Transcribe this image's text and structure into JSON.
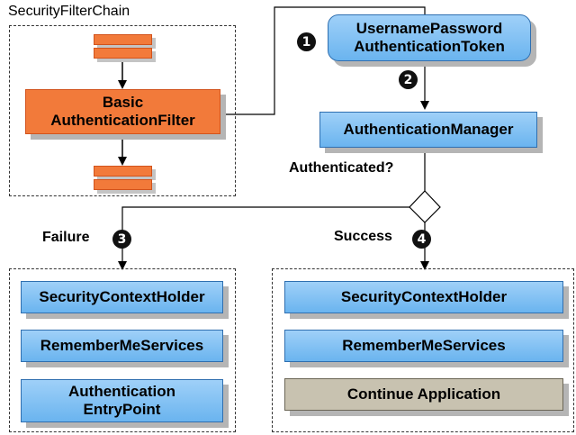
{
  "filter_chain": {
    "title": "SecurityFilterChain",
    "basic_filter": [
      "Basic",
      "AuthenticationFilter"
    ]
  },
  "token": [
    "UsernamePassword",
    "AuthenticationToken"
  ],
  "manager": "AuthenticationManager",
  "decision": "Authenticated?",
  "failure": {
    "label": "Failure",
    "step": "3",
    "items": [
      "SecurityContextHolder",
      "RememberMeServices",
      "Authentication",
      "EntryPoint"
    ]
  },
  "success": {
    "label": "Success",
    "step": "4",
    "items": [
      "SecurityContextHolder",
      "RememberMeServices",
      "Continue Application"
    ]
  },
  "steps": {
    "one": "1",
    "two": "2"
  },
  "colors": {
    "blue_box": "#6ab4ef",
    "orange_filter": "#f27a3a",
    "gray_box": "#c8c2b0"
  }
}
